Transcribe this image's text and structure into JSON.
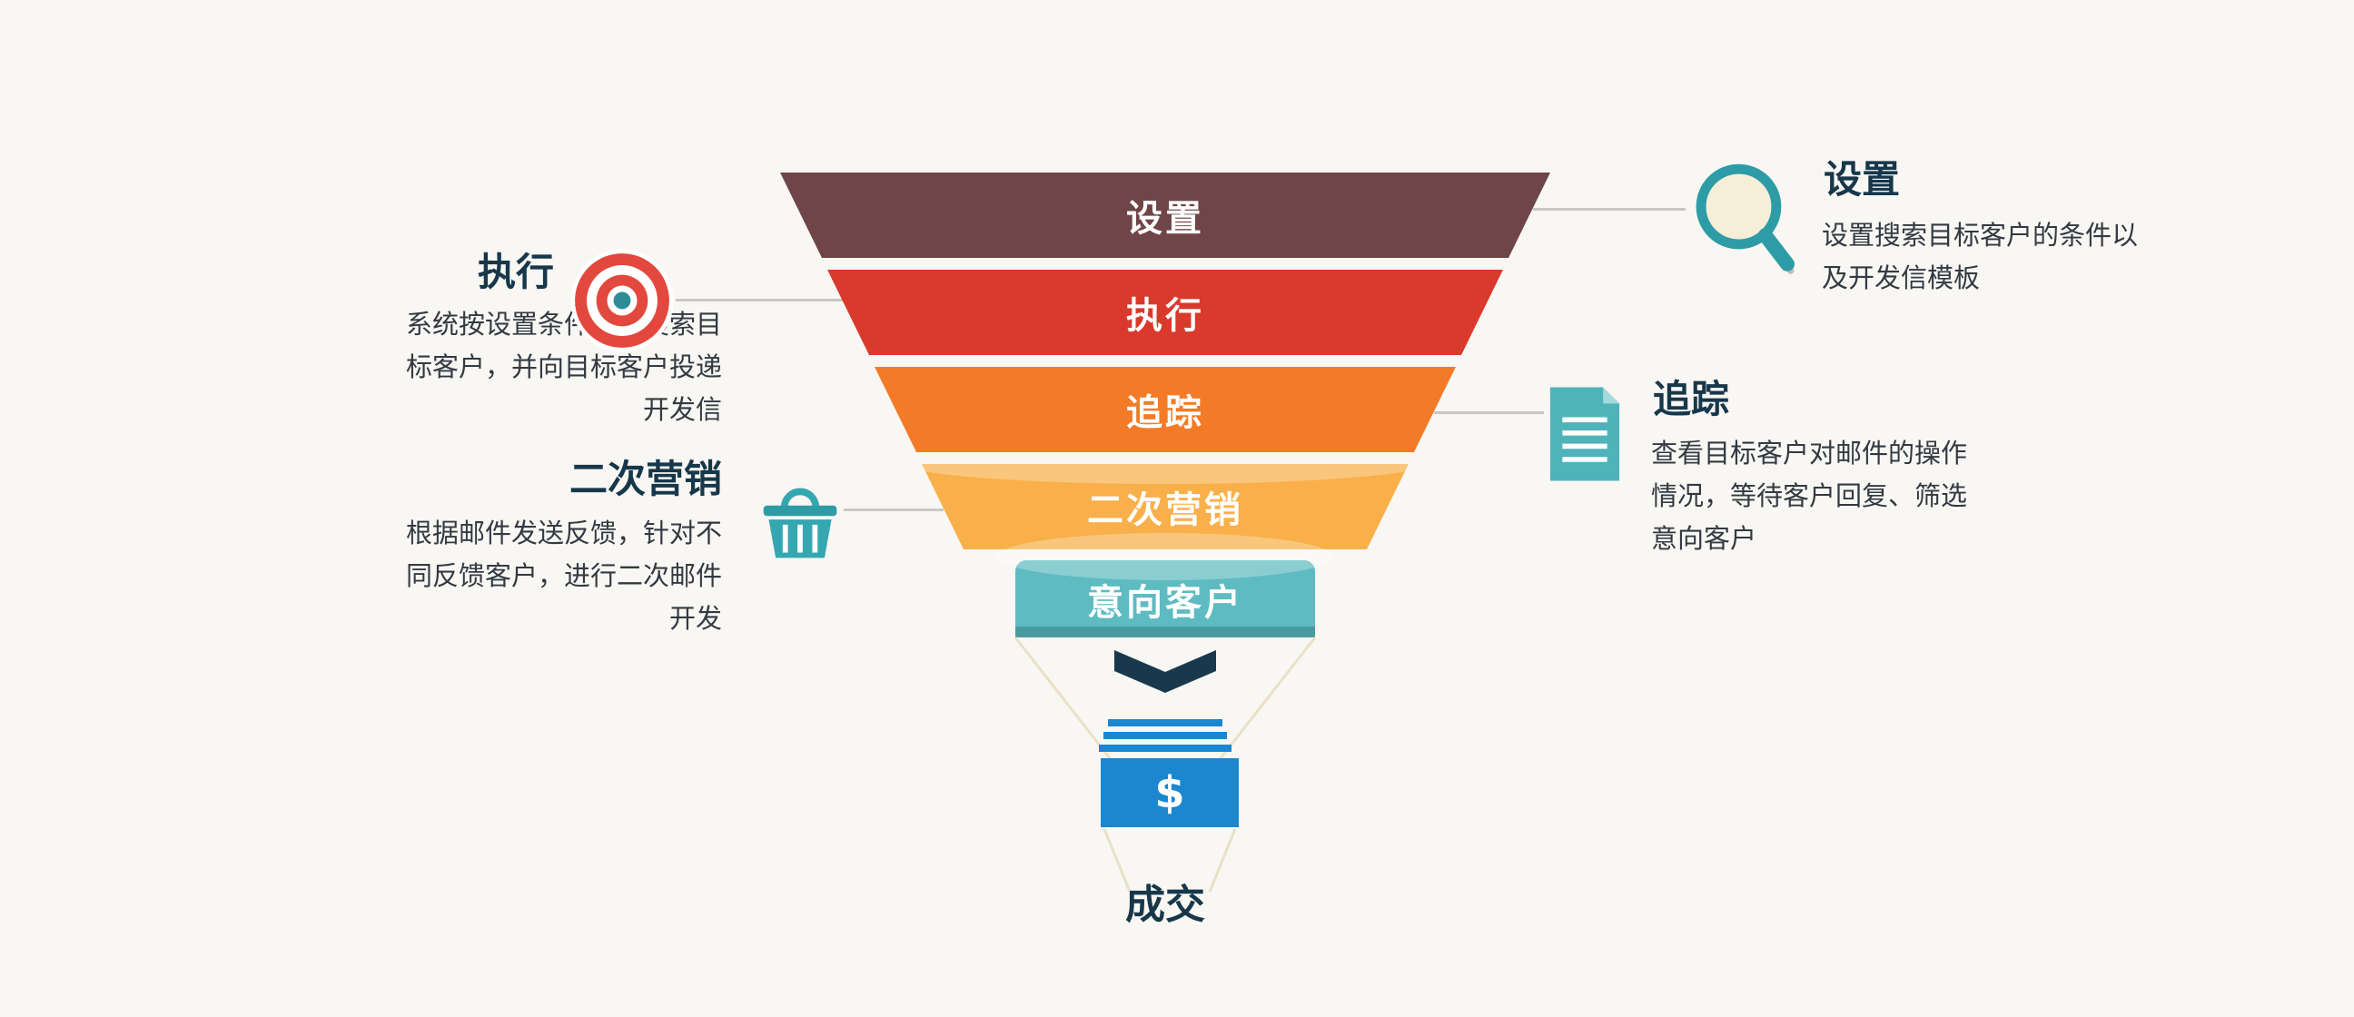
{
  "background": "#f8f7f3",
  "funnel": {
    "layers": [
      {
        "label": "设置",
        "color": "#6f4548"
      },
      {
        "label": "执行",
        "color": "#d93a2b"
      },
      {
        "label": "追踪",
        "color": "#f37b28"
      },
      {
        "label": "二次营销",
        "color": "#f9b04a"
      },
      {
        "label": "意向客户",
        "color": "#5ebbc1"
      }
    ],
    "stack_color": "#1a87d0",
    "outcome": {
      "symbol": "$",
      "box_color": "#1a87d0",
      "label": "成交"
    }
  },
  "annotations": [
    {
      "id": "setup",
      "side": "right",
      "title": "设置",
      "icon": "magnifier-icon",
      "desc": "设置搜索目标客户的条件以\n及开发信模板"
    },
    {
      "id": "exec",
      "side": "left",
      "title": "执行",
      "icon": "target-icon",
      "desc": "系统按设置条件自动搜索目\n标客户，并向目标客户投递\n开发信"
    },
    {
      "id": "track",
      "side": "right",
      "title": "追踪",
      "icon": "document-icon",
      "desc": "查看目标客户对邮件的操作\n情况，等待客户回复、筛选\n意向客户"
    },
    {
      "id": "remarket",
      "side": "left",
      "title": "二次营销",
      "icon": "basket-icon",
      "desc": "根据邮件发送反馈，针对不\n同反馈客户，进行二次邮件\n开发"
    }
  ],
  "colors": {
    "title": "#17374a",
    "desc": "#333a42",
    "connector": "#c9c8c4"
  }
}
